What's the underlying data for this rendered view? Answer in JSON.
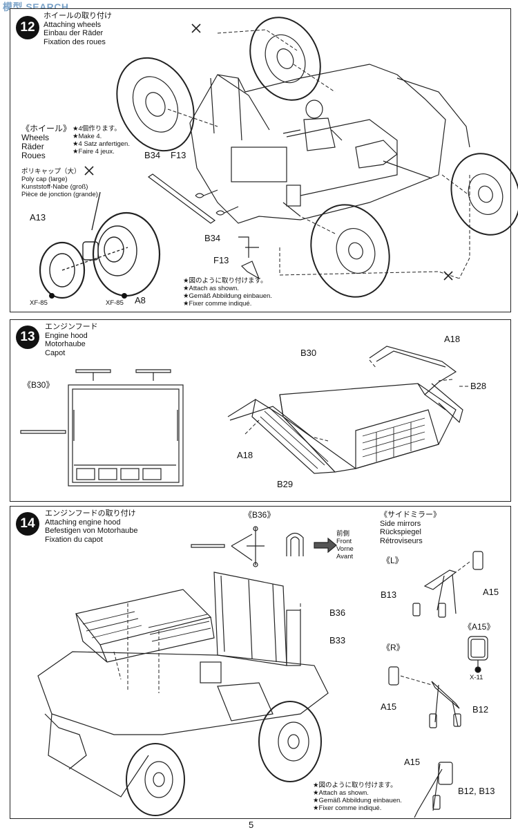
{
  "watermark": {
    "cn": "模型",
    "en": "SEARCH"
  },
  "page_number": "5",
  "step12": {
    "number": "12",
    "title_jp": "ホイールの取り付け",
    "title_en": "Attaching wheels",
    "title_de": "Einbau der Räder",
    "title_fr": "Fixation des roues",
    "wheels_jp": "《ホイール》",
    "wheels_en": "Wheels",
    "wheels_de": "Räder",
    "wheels_fr": "Roues",
    "make_jp": "★4個作ります。",
    "make_en": "★Make 4.",
    "make_de": "★4 Satz anfertigen.",
    "make_fr": "★Faire 4 jeux.",
    "polycap_jp": "ポリキャップ（大）",
    "polycap_en": "Poly cap (large)",
    "polycap_de": "Kunststoff-Nabe (groß)",
    "polycap_fr": "Pièce de jonction (grande)",
    "labels": {
      "a13": "A13",
      "a8": "A8",
      "xf85a": "XF-85",
      "xf85b": "XF-85",
      "b34a": "B34",
      "f13a": "F13",
      "b34b": "B34",
      "f13b": "F13"
    },
    "note_jp": "★図のように取り付けます。",
    "note_en": "★Attach as shown.",
    "note_de": "★Gemäß Abbildung einbauen.",
    "note_fr": "★Fixer comme indiqué."
  },
  "step13": {
    "number": "13",
    "title_jp": "エンジンフード",
    "title_en": "Engine hood",
    "title_de": "Motorhaube",
    "title_fr": "Capot",
    "labels": {
      "b30_view": "《B30》",
      "b30": "B30",
      "a18a": "A18",
      "a18b": "A18",
      "b28": "B28",
      "b29": "B29"
    }
  },
  "step14": {
    "number": "14",
    "title_jp": "エンジンフードの取り付け",
    "title_en": "Attaching engine hood",
    "title_de": "Befestigen von Motorhaube",
    "title_fr": "Fixation du capot",
    "b36_view": "《B36》",
    "front_jp": "前側",
    "front_en": "Front",
    "front_de": "Vorne",
    "front_fr": "Avant",
    "mirrors_jp": "《サイドミラー》",
    "mirrors_en": "Side mirrors",
    "mirrors_de": "Rückspiegel",
    "mirrors_fr": "Rétroviseurs",
    "left": "《L》",
    "right": "《R》",
    "a15_view": "《A15》",
    "x11": "X-11",
    "labels": {
      "b36": "B36",
      "b33": "B33",
      "b13": "B13",
      "a15a": "A15",
      "a15b": "A15",
      "b12": "B12",
      "a15c": "A15",
      "b12b13": "B12, B13"
    },
    "note_jp": "★図のように取り付けます。",
    "note_en": "★Attach as shown.",
    "note_de": "★Gemäß Abbildung einbauen.",
    "note_fr": "★Fixer comme indiqué."
  }
}
